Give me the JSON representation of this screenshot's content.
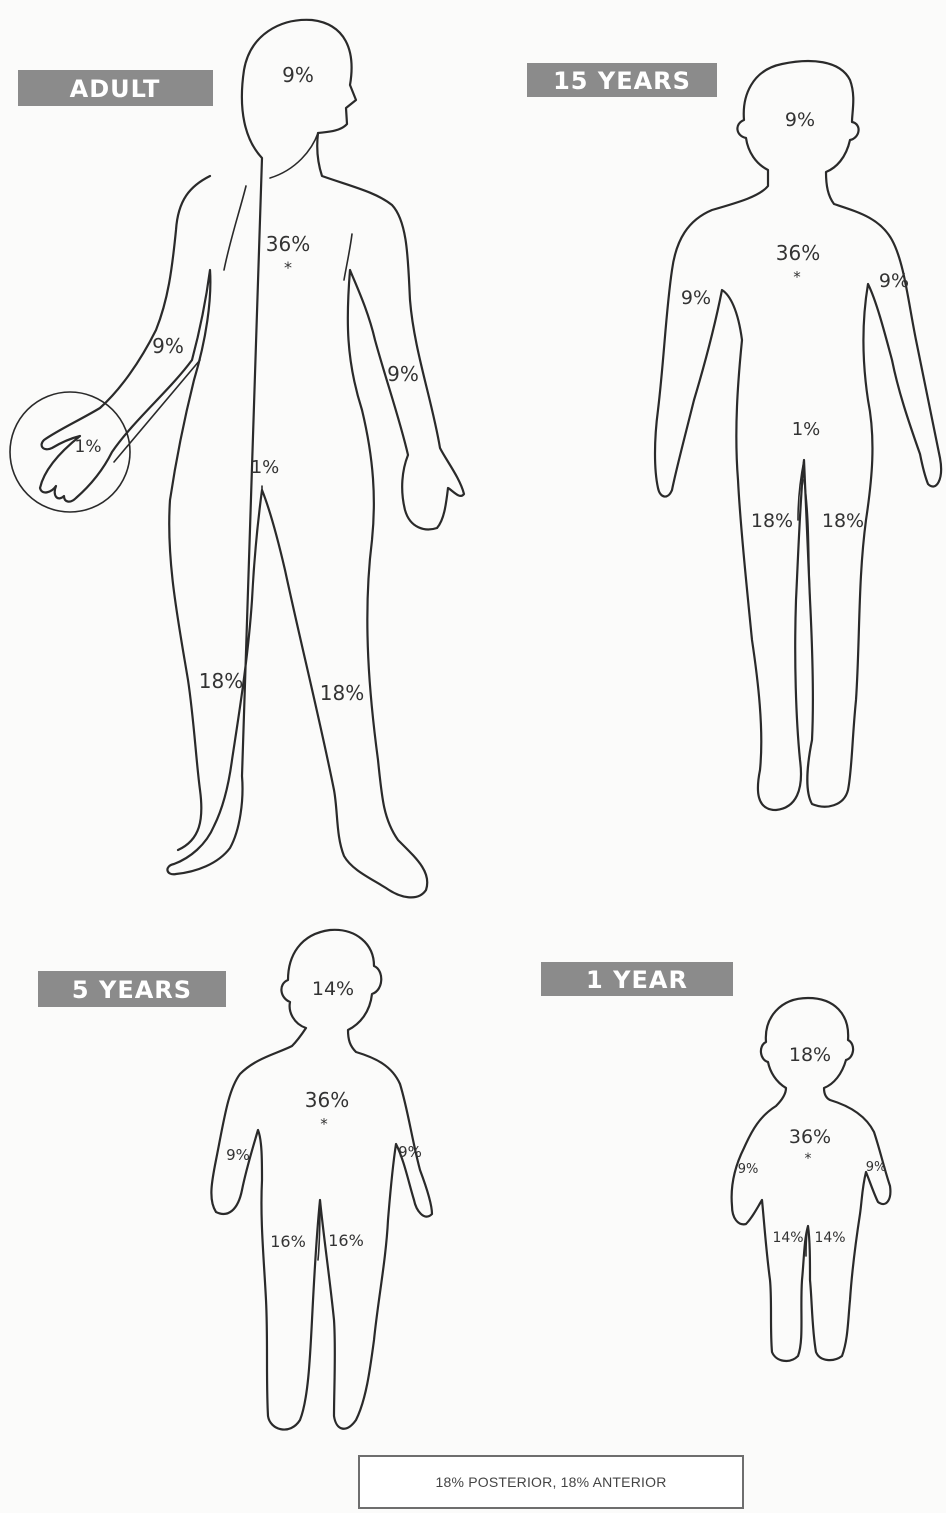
{
  "figures": {
    "adult": {
      "label": "ADULT",
      "head": "9%",
      "trunk": "36%",
      "right_arm": "9%",
      "left_arm": "9%",
      "palm": "1%",
      "genitalia": "1%",
      "right_leg": "18%",
      "left_leg": "18%"
    },
    "fifteen_years": {
      "label": "15 YEARS",
      "head": "9%",
      "trunk": "36%",
      "right_arm": "9%",
      "left_arm": "9%",
      "genitalia": "1%",
      "right_leg": "18%",
      "left_leg": "18%"
    },
    "five_years": {
      "label": "5 YEARS",
      "head": "14%",
      "trunk": "36%",
      "right_arm": "9%",
      "left_arm": "9%",
      "right_leg": "16%",
      "left_leg": "16%"
    },
    "one_year": {
      "label": "1 YEAR",
      "head": "18%",
      "trunk": "36%",
      "right_arm": "9%",
      "left_arm": "9%",
      "right_leg": "14%",
      "left_leg": "14%"
    }
  },
  "star_symbol": "*",
  "legend": "18% POSTERIOR, 18% ANTERIOR",
  "colors": {
    "badge": "#8b8b8b",
    "outline": "#2a2a2a",
    "text": "#333333"
  }
}
